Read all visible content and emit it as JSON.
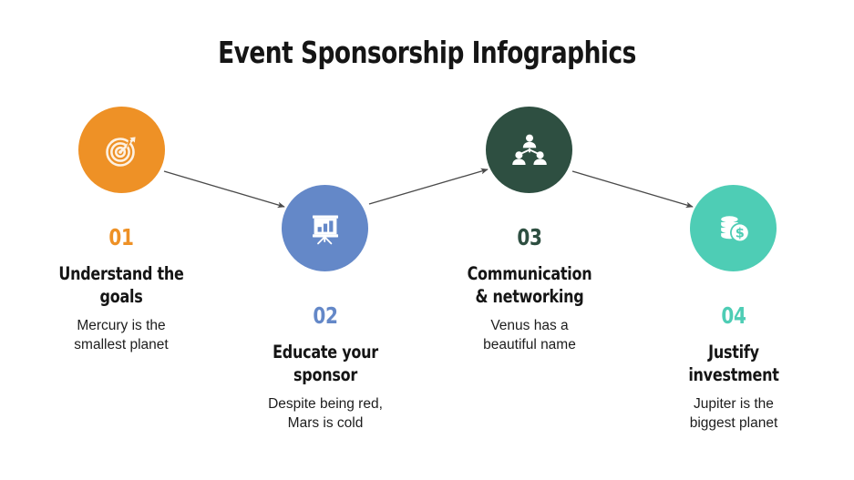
{
  "slide": {
    "title": "Event Sponsorship Infographics",
    "background_color": "#ffffff"
  },
  "colors": {
    "step1": "#ee9126",
    "step2": "#6488c8",
    "step3": "#2e4f41",
    "step4": "#4ecdb5",
    "title_text": "#151515",
    "heading_text": "#151515",
    "description_text": "#1d1d1d",
    "arrow": "#4a4a4a"
  },
  "steps": [
    {
      "number": "01",
      "heading": "Understand the goals",
      "heading_line1": "Understand the",
      "heading_line2": "goals",
      "description": "Mercury is the smallest planet",
      "description_line1": "Mercury is the",
      "description_line2": "smallest planet",
      "color": "#ee9126",
      "icon": "target-icon"
    },
    {
      "number": "02",
      "heading": "Educate your sponsor",
      "heading_line1": "Educate your",
      "heading_line2": "sponsor",
      "description": "Despite being red, Mars is cold",
      "description_line1": "Despite being red,",
      "description_line2": "Mars is cold",
      "color": "#6488c8",
      "icon": "presentation-chart-icon"
    },
    {
      "number": "03",
      "heading": "Communication & networking",
      "heading_line1": "Communication",
      "heading_line2": "& networking",
      "description": "Venus has a beautiful name",
      "description_line1": "Venus has a",
      "description_line2": "beautiful name",
      "color": "#2e4f41",
      "icon": "people-network-icon"
    },
    {
      "number": "04",
      "heading": "Justify investment",
      "heading_line1": "Justify",
      "heading_line2": "investment",
      "description": "Jupiter is the biggest planet",
      "description_line1": "Jupiter is the",
      "description_line2": "biggest planet",
      "color": "#4ecdb5",
      "icon": "coins-dollar-icon"
    }
  ],
  "connectors": [
    {
      "name": "arrow-step1-to-step2",
      "direction": "down-right"
    },
    {
      "name": "arrow-step2-to-step3",
      "direction": "up-right"
    },
    {
      "name": "arrow-step3-to-step4",
      "direction": "down-right"
    }
  ]
}
